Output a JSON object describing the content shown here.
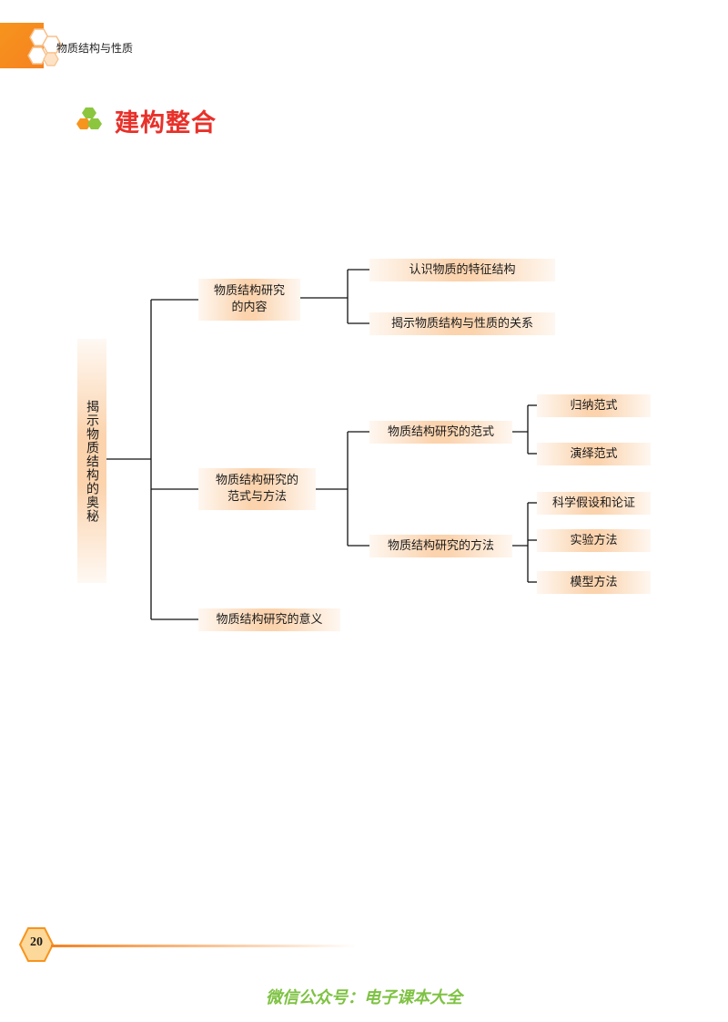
{
  "header": {
    "book_title": "物质结构与性质"
  },
  "section": {
    "title": "建构整合"
  },
  "mindmap": {
    "root": "揭示物质结构的奥秘",
    "branch_content": "物质结构研究\n的内容",
    "content_items": [
      "认识物质的特征结构",
      "揭示物质结构与性质的关系"
    ],
    "branch_paradigm": "物质结构研究的\n范式与方法",
    "paradigm_label": "物质结构研究的范式",
    "paradigm_items": [
      "归纳范式",
      "演绎范式"
    ],
    "method_label": "物质结构研究的方法",
    "method_items": [
      "科学假设和论证",
      "实验方法",
      "模型方法"
    ],
    "branch_meaning": "物质结构研究的意义"
  },
  "footer": {
    "page_number": "20",
    "watermark": "微信公众号：电子课本大全"
  },
  "colors": {
    "accent_orange": "#f58220",
    "title_red": "#e8312a",
    "box_fill": "#fbd3ad",
    "watermark_green": "#7ec242"
  }
}
